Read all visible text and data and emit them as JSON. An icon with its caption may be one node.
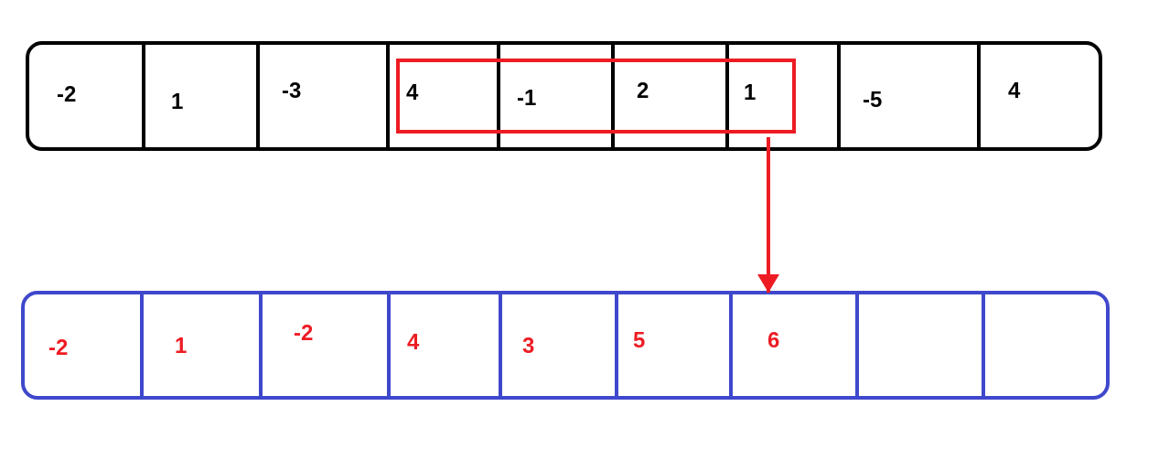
{
  "diagram": {
    "nodes": [
      {
        "text": [],
        "shape": "bar"
      },
      {
        "text": [
          "-2"
        ],
        "in": 0
      },
      {
        "text": [
          "1"
        ],
        "in": 0
      },
      {
        "text": [
          "-3"
        ],
        "in": 0
      },
      {
        "text": [
          "4"
        ],
        "in": 0
      },
      {
        "text": [
          "-1"
        ],
        "in": 0
      },
      {
        "text": [
          "2"
        ],
        "in": 0
      },
      {
        "text": [
          "1"
        ],
        "in": 0
      },
      {
        "text": [
          "-5"
        ],
        "in": 0
      },
      {
        "text": [
          "4"
        ],
        "in": 0
      },
      {
        "text": [],
        "shape": "box",
        "in": 0
      },
      {
        "text": [],
        "shape": "bar"
      },
      {
        "text": [
          "-2"
        ],
        "in": 11
      },
      {
        "text": [
          "1"
        ],
        "in": 11
      },
      {
        "text": [
          "-2"
        ],
        "in": 11
      },
      {
        "text": [
          "4"
        ],
        "in": 11
      },
      {
        "text": [
          "3"
        ],
        "in": 11
      },
      {
        "text": [
          "5"
        ],
        "in": 11
      },
      {
        "text": [
          "6"
        ],
        "in": 11
      },
      {
        "text": [],
        "shape": "box",
        "in": 11
      },
      {
        "text": [],
        "shape": "box",
        "in": 11
      }
    ],
    "edges": [
      {
        "from": 10,
        "to": 18,
        "arrow": "to",
        "color": "#ed1c24"
      }
    ]
  }
}
